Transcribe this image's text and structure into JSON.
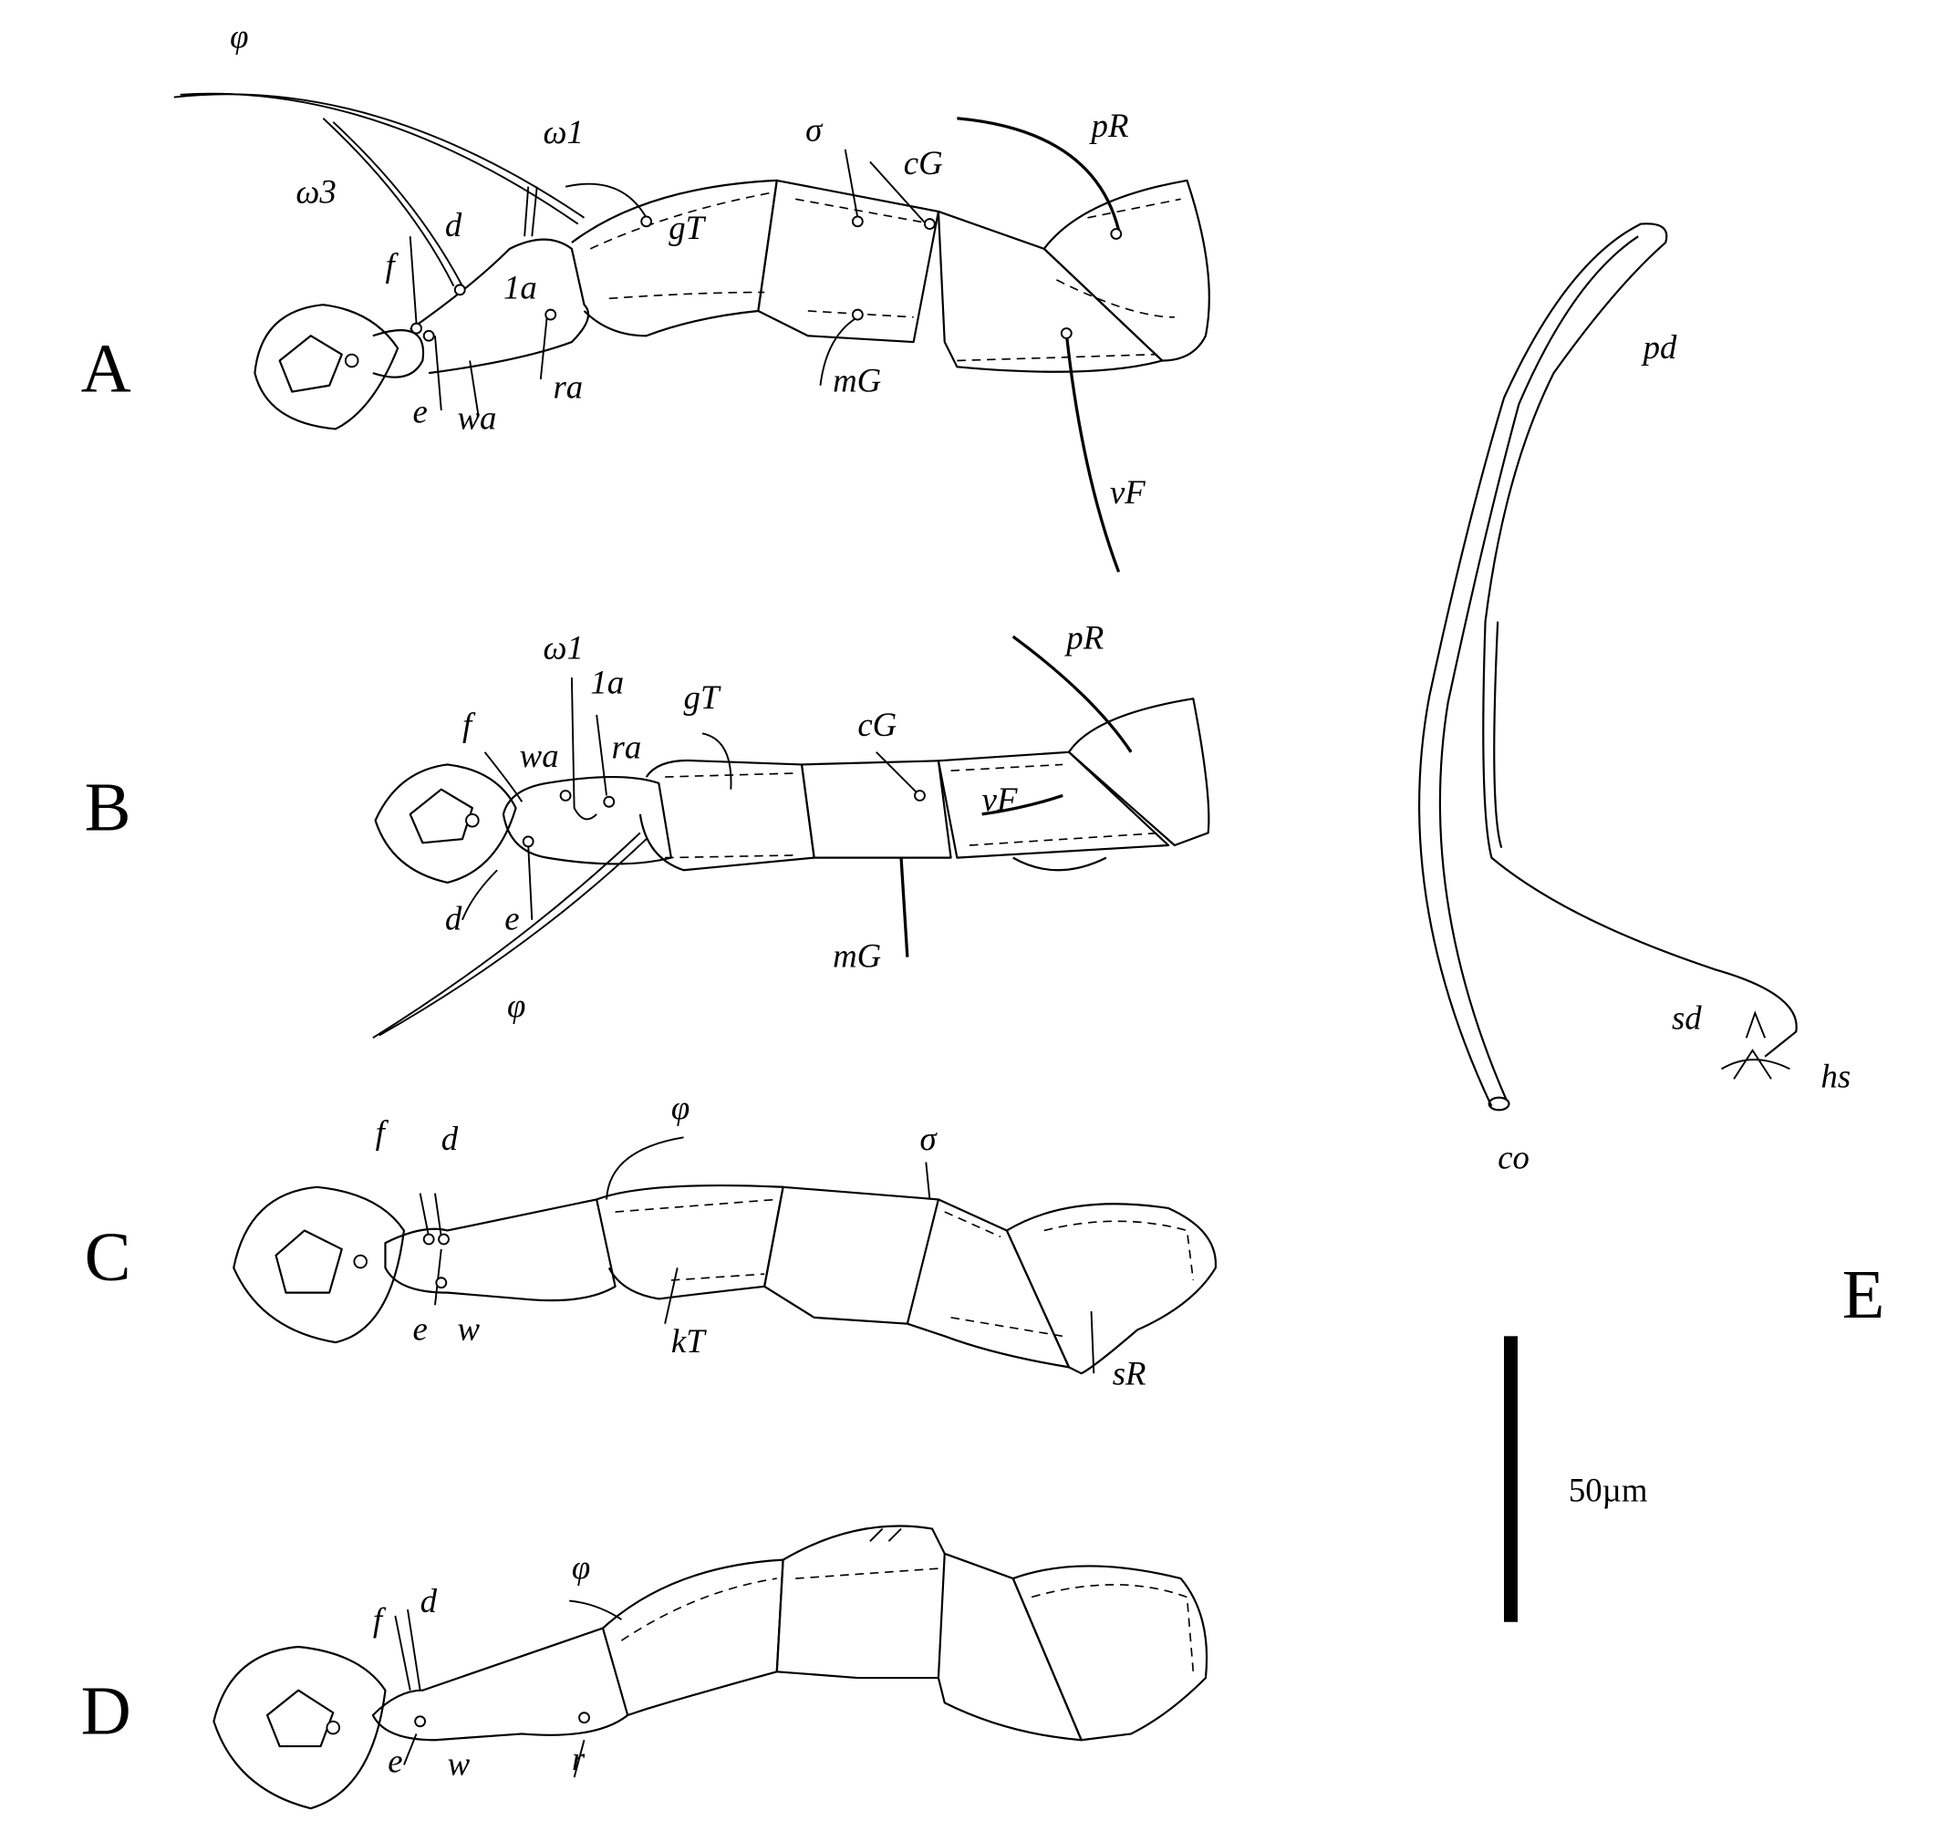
{
  "figure": {
    "panels": [
      {
        "id": "A",
        "labels": [
          "φ",
          "ω3",
          "d",
          "f",
          "1a",
          "e",
          "wa",
          "ra",
          "ω1",
          "gT",
          "σ",
          "cG",
          "pR",
          "mG",
          "vF"
        ]
      },
      {
        "id": "B",
        "labels": [
          "ω1",
          "1a",
          "gT",
          "f",
          "wa",
          "ra",
          "cG",
          "pR",
          "vF",
          "d",
          "e",
          "mG",
          "φ"
        ]
      },
      {
        "id": "C",
        "labels": [
          "f",
          "d",
          "φ",
          "σ",
          "e",
          "w",
          "kT",
          "sR"
        ]
      },
      {
        "id": "D",
        "labels": [
          "f",
          "d",
          "φ",
          "e",
          "w",
          "r"
        ]
      },
      {
        "id": "E",
        "labels": [
          "pd",
          "sd",
          "hs",
          "co"
        ]
      }
    ],
    "scale_bar": {
      "label": "50µm"
    }
  }
}
